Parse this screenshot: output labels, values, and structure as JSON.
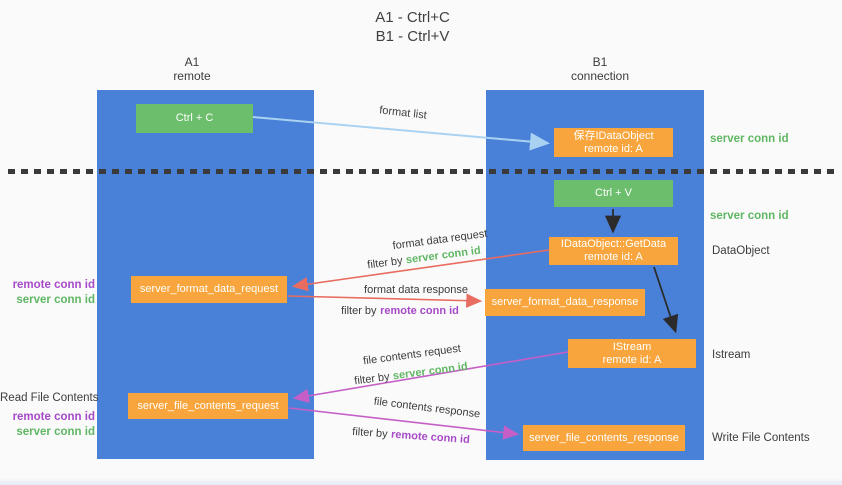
{
  "title": {
    "line1": "A1 - Ctrl+C",
    "line2": "B1 - Ctrl+V"
  },
  "lanes": {
    "a1": {
      "name": "A1",
      "subtitle": "remote"
    },
    "b1": {
      "name": "B1",
      "subtitle": "connection"
    }
  },
  "boxes": {
    "ctrl_c": {
      "label": "Ctrl + C"
    },
    "ctrl_v": {
      "label": "Ctrl + V"
    },
    "save_idataobject": {
      "line1": "保存IDataObject",
      "line2": "remote id: A"
    },
    "getdata": {
      "line1": "IDataObject::GetData",
      "line2": "remote id: A"
    },
    "istream": {
      "line1": "IStream",
      "line2": "remote id: A"
    },
    "server_format_data_request": {
      "label": "server_format_data_request"
    },
    "server_format_data_response": {
      "label": "server_format_data_response"
    },
    "server_file_contents_request": {
      "label": "server_file_contents_request"
    },
    "server_file_contents_response": {
      "label": "server_file_contents_response"
    }
  },
  "arrow_labels": {
    "format_list": "format list",
    "format_data_request": "format data request",
    "format_data_response": "format data response",
    "file_contents_request": "file contents request",
    "file_contents_response": "file contents response",
    "filter_by": "filter by",
    "server_conn_id": "server conn id",
    "remote_conn_id": "remote conn id"
  },
  "side_labels": {
    "right_server_conn_id_top": "server conn id",
    "right_server_conn_id_mid": "server conn id",
    "right_dataobject": "DataObject",
    "right_istream": "Istream",
    "right_write_file_contents": "Write File Contents",
    "left_remote_conn_id_top": "remote conn id",
    "left_server_conn_id_top": "server conn id",
    "left_read_file_contents": "Read File Contents",
    "left_remote_conn_id_bottom": "remote conn id",
    "left_server_conn_id_bottom": "server conn id"
  },
  "colors": {
    "lane_blue": "#4a81d8",
    "box_green": "#6cbe6c",
    "box_orange": "#f7a53c",
    "arrow_light_blue": "#a9d2f2",
    "arrow_red": "#e96c60",
    "arrow_magenta": "#c55fc7",
    "arrow_black": "#2b2b2b",
    "label_green": "#5fb663",
    "label_purple": "#a64ac8",
    "text_dark": "#3c3c3c"
  }
}
